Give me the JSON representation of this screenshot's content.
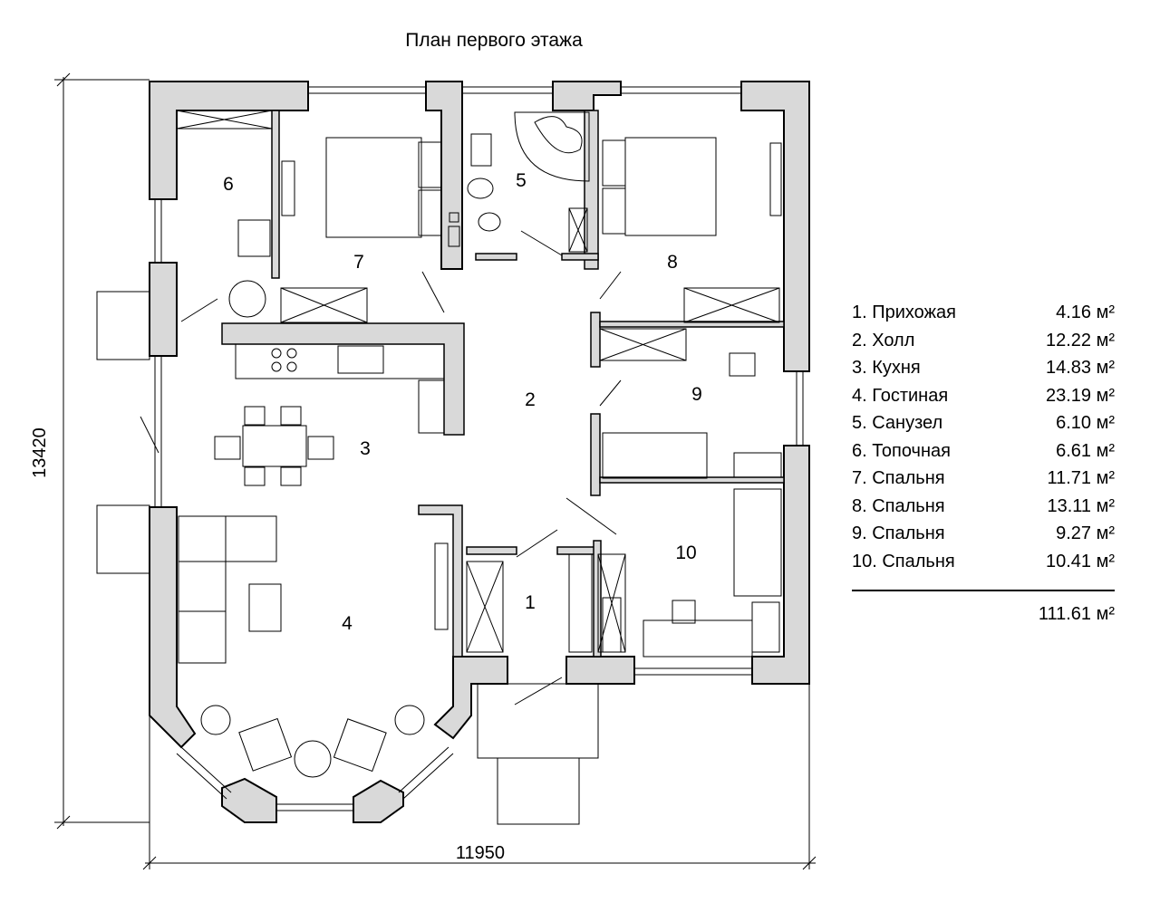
{
  "title": "План первого этажа",
  "dimensions": {
    "width": "11950",
    "height": "13420"
  },
  "rooms": [
    {
      "num": "1",
      "label": "1. Прихожая",
      "area": "4.16 м²"
    },
    {
      "num": "2",
      "label": "2. Холл",
      "area": "12.22 м²"
    },
    {
      "num": "3",
      "label": "3. Кухня",
      "area": "14.83 м²"
    },
    {
      "num": "4",
      "label": "4. Гостиная",
      "area": "23.19 м²"
    },
    {
      "num": "5",
      "label": "5. Санузел",
      "area": "6.10 м²"
    },
    {
      "num": "6",
      "label": "6. Топочная",
      "area": "6.61 м²"
    },
    {
      "num": "7",
      "label": "7. Спальня",
      "area": "11.71 м²"
    },
    {
      "num": "8",
      "label": "8. Спальня",
      "area": "13.11 м²"
    },
    {
      "num": "9",
      "label": "9. Спальня",
      "area": "9.27 м²"
    },
    {
      "num": "10",
      "label": "10. Спальня",
      "area": "10.41 м²"
    }
  ],
  "total_area": "111.61 м²",
  "colors": {
    "wall_fill": "#d9d9d9",
    "line": "#000000"
  }
}
